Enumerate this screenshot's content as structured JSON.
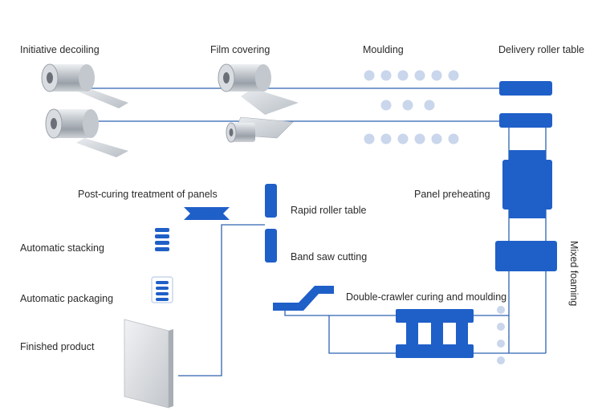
{
  "diagram": {
    "stages": {
      "initiative_decoiling": "Initiative decoiling",
      "film_covering": "Film covering",
      "moulding": "Moulding",
      "delivery_roller_table": "Delivery roller table",
      "panel_preheating": "Panel preheating",
      "mixed_foaming": "Mixed foaming",
      "double_crawler": "Double-crawler curing and moulding",
      "band_saw_cutting": "Band saw cutting",
      "rapid_roller_table": "Rapid roller table",
      "post_curing": "Post-curing treatment of panels",
      "automatic_stacking": "Automatic stacking",
      "automatic_packaging": "Automatic packaging",
      "finished_product": "Finished product"
    },
    "colors": {
      "machine_blue": "#1f5fc8",
      "line_blue": "#2f63b0",
      "roller_dot": "#c9d6ec",
      "coil_silver": "#b7bcc3"
    },
    "icons": [
      "coil-icon",
      "film-sheet-icon",
      "roller-dot-icon",
      "machine-block-icon",
      "stack-icon",
      "panel-icon"
    ]
  }
}
